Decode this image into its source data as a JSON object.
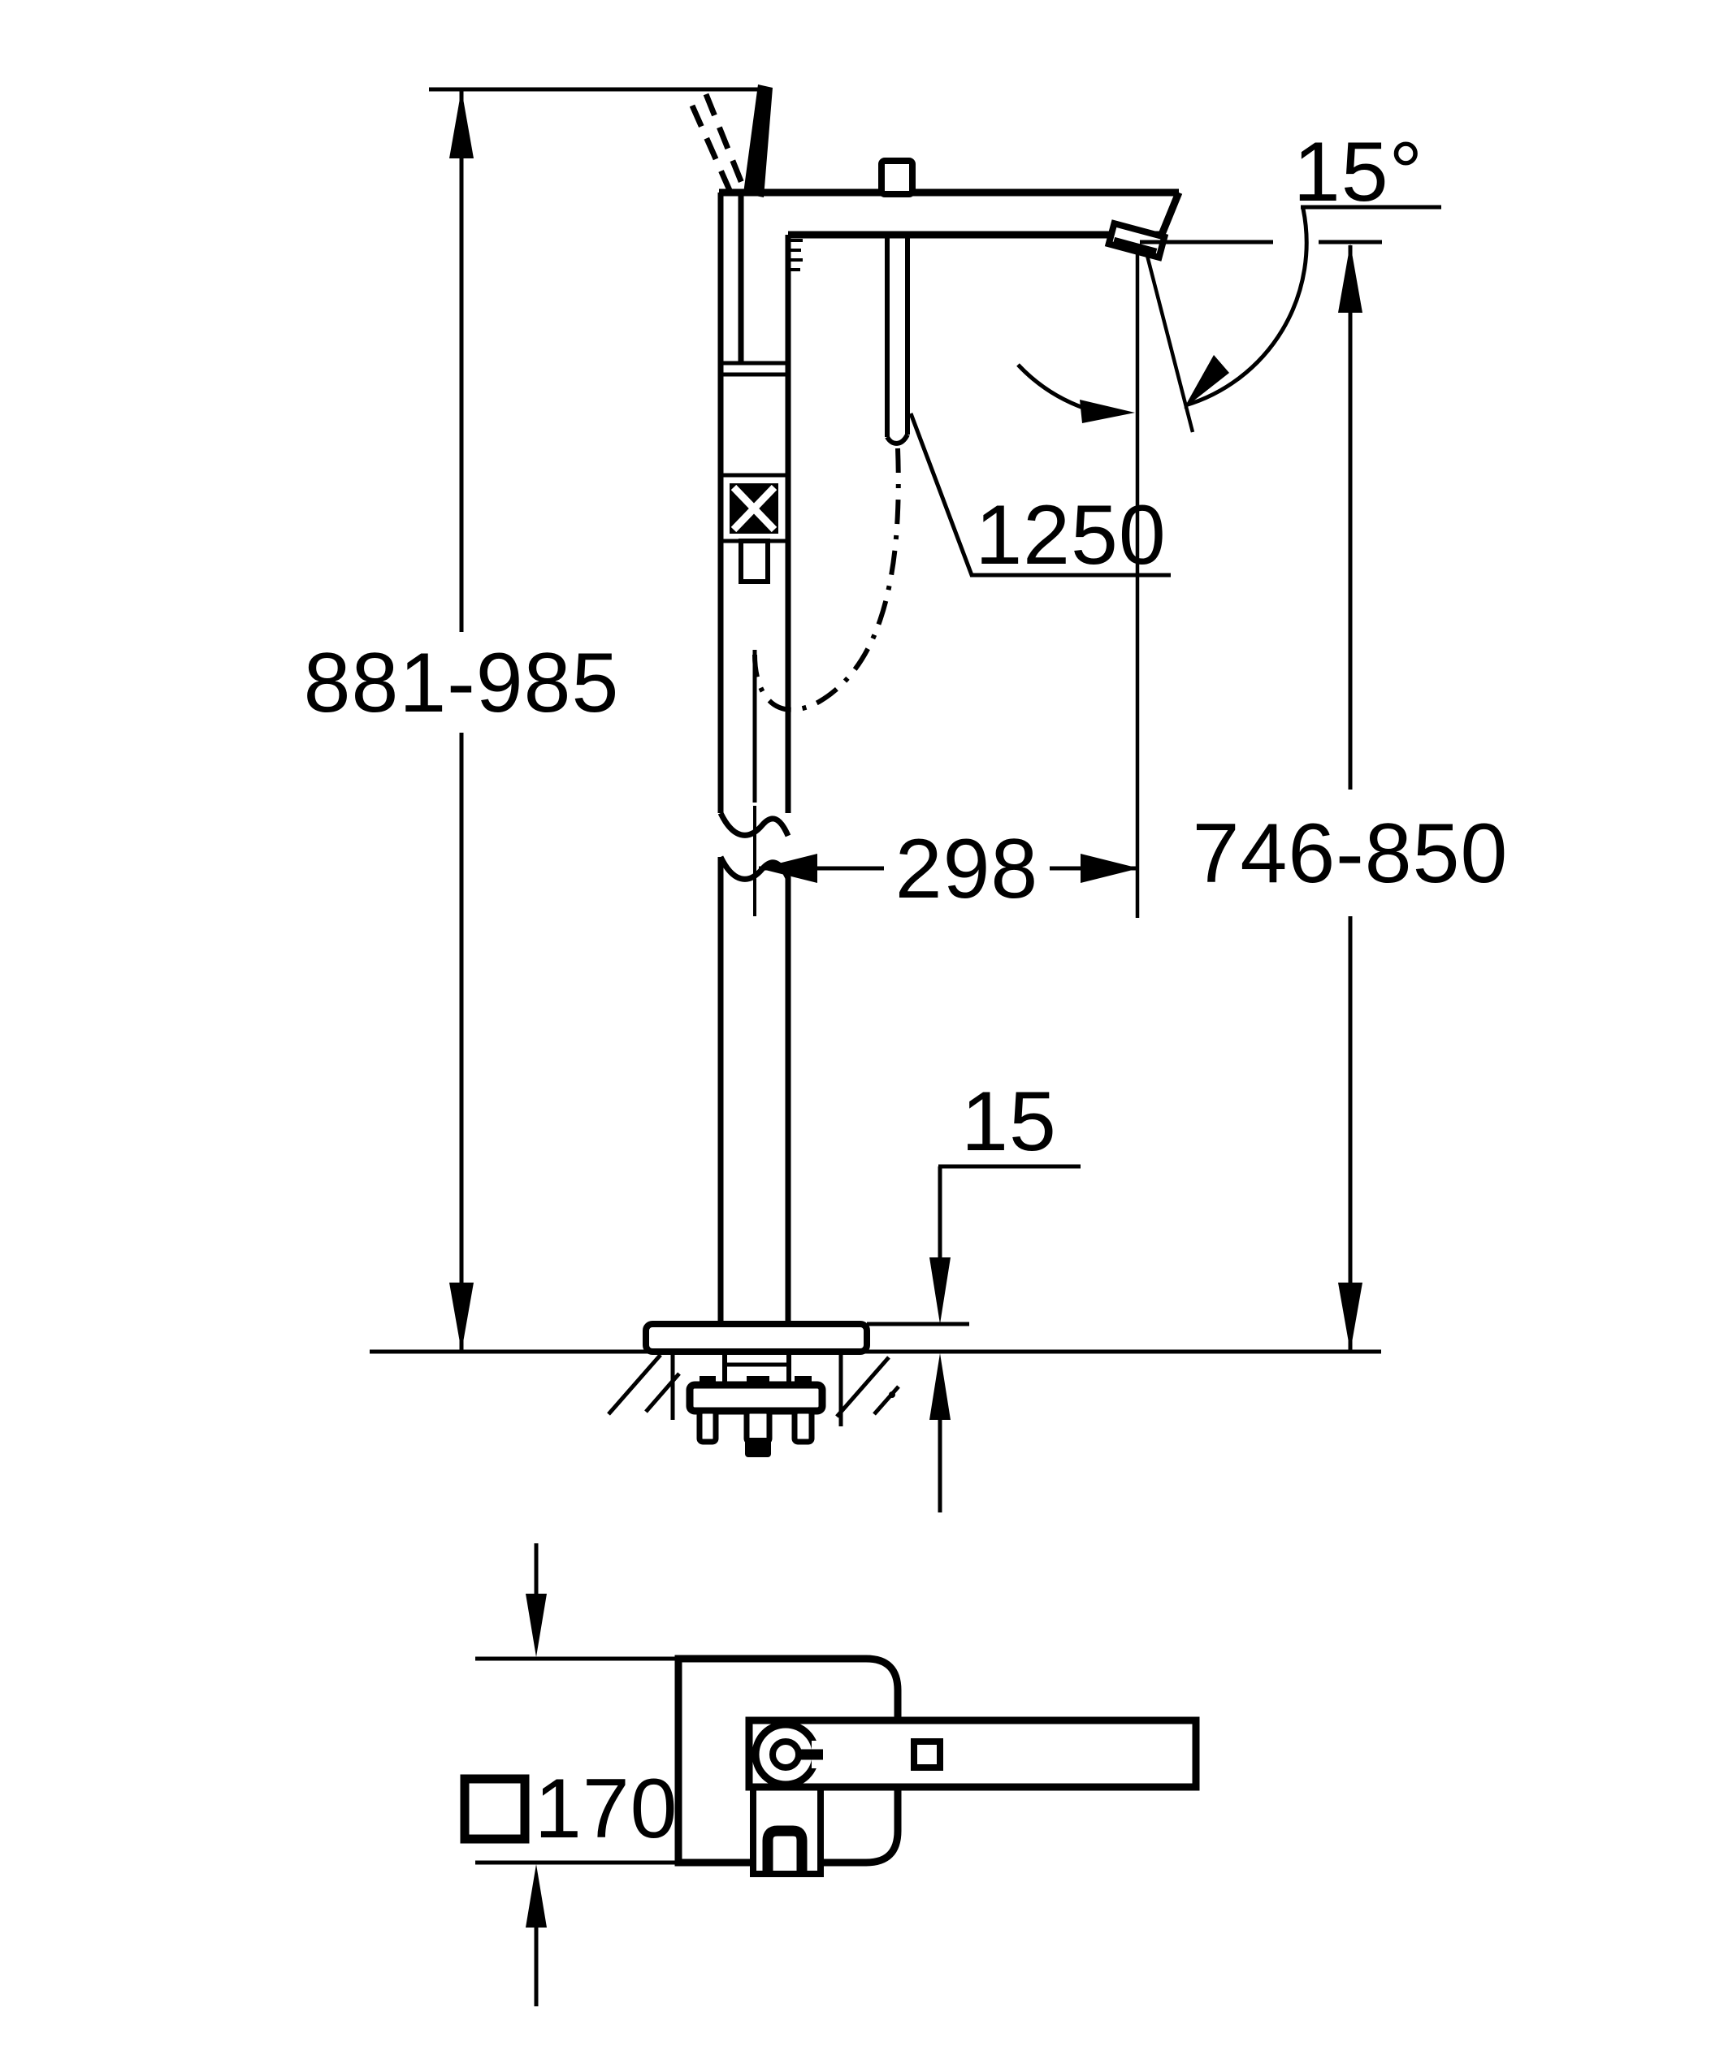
{
  "drawing": {
    "type": "technical-dimension-drawing",
    "product": "floor-standing bath/shower mixer",
    "background_color": "#ffffff",
    "line_color": "#000000",
    "views": {
      "front_view": "front-elevation",
      "base_view": "base-plan-detail"
    },
    "dimensions": {
      "overall_height_range": "881-985",
      "hose_length": "1250",
      "spout_projection": "298",
      "spout_outlet_height_range": "746-850",
      "spout_swivel_angle": "15°",
      "base_plate_height": "15",
      "escutcheon_size": "170"
    },
    "icons": {
      "square_symbol": "square-dimension-symbol",
      "logo": "grohe-logo-icon",
      "union_symbol": "crossed-union-box-icon"
    }
  }
}
